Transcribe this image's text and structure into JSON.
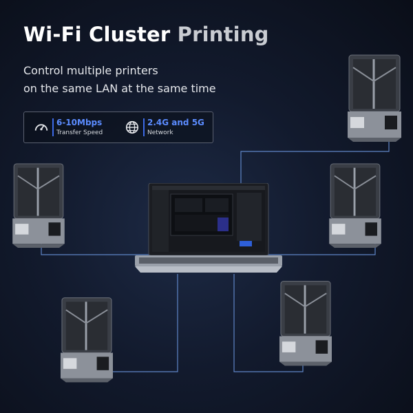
{
  "headline": {
    "part1": "Wi-Fi Cluster",
    "part2": "Printing"
  },
  "subtitle": "Control multiple printers\non the same LAN at the same time",
  "specs": [
    {
      "icon": "speedometer-icon",
      "value": "6-10Mbps",
      "label": "Transfer Speed"
    },
    {
      "icon": "globe-icon",
      "value": "2.4G and 5G",
      "label": "Network"
    }
  ],
  "colors": {
    "accent_blue": "#5b8cff",
    "connection_line": "#5f86c8",
    "background": "#0f1628"
  },
  "devices": {
    "laptop": "laptop-with-slicer-software",
    "printers": [
      "printer-top-right",
      "printer-mid-left",
      "printer-mid-right",
      "printer-bottom-left",
      "printer-bottom-right"
    ]
  }
}
